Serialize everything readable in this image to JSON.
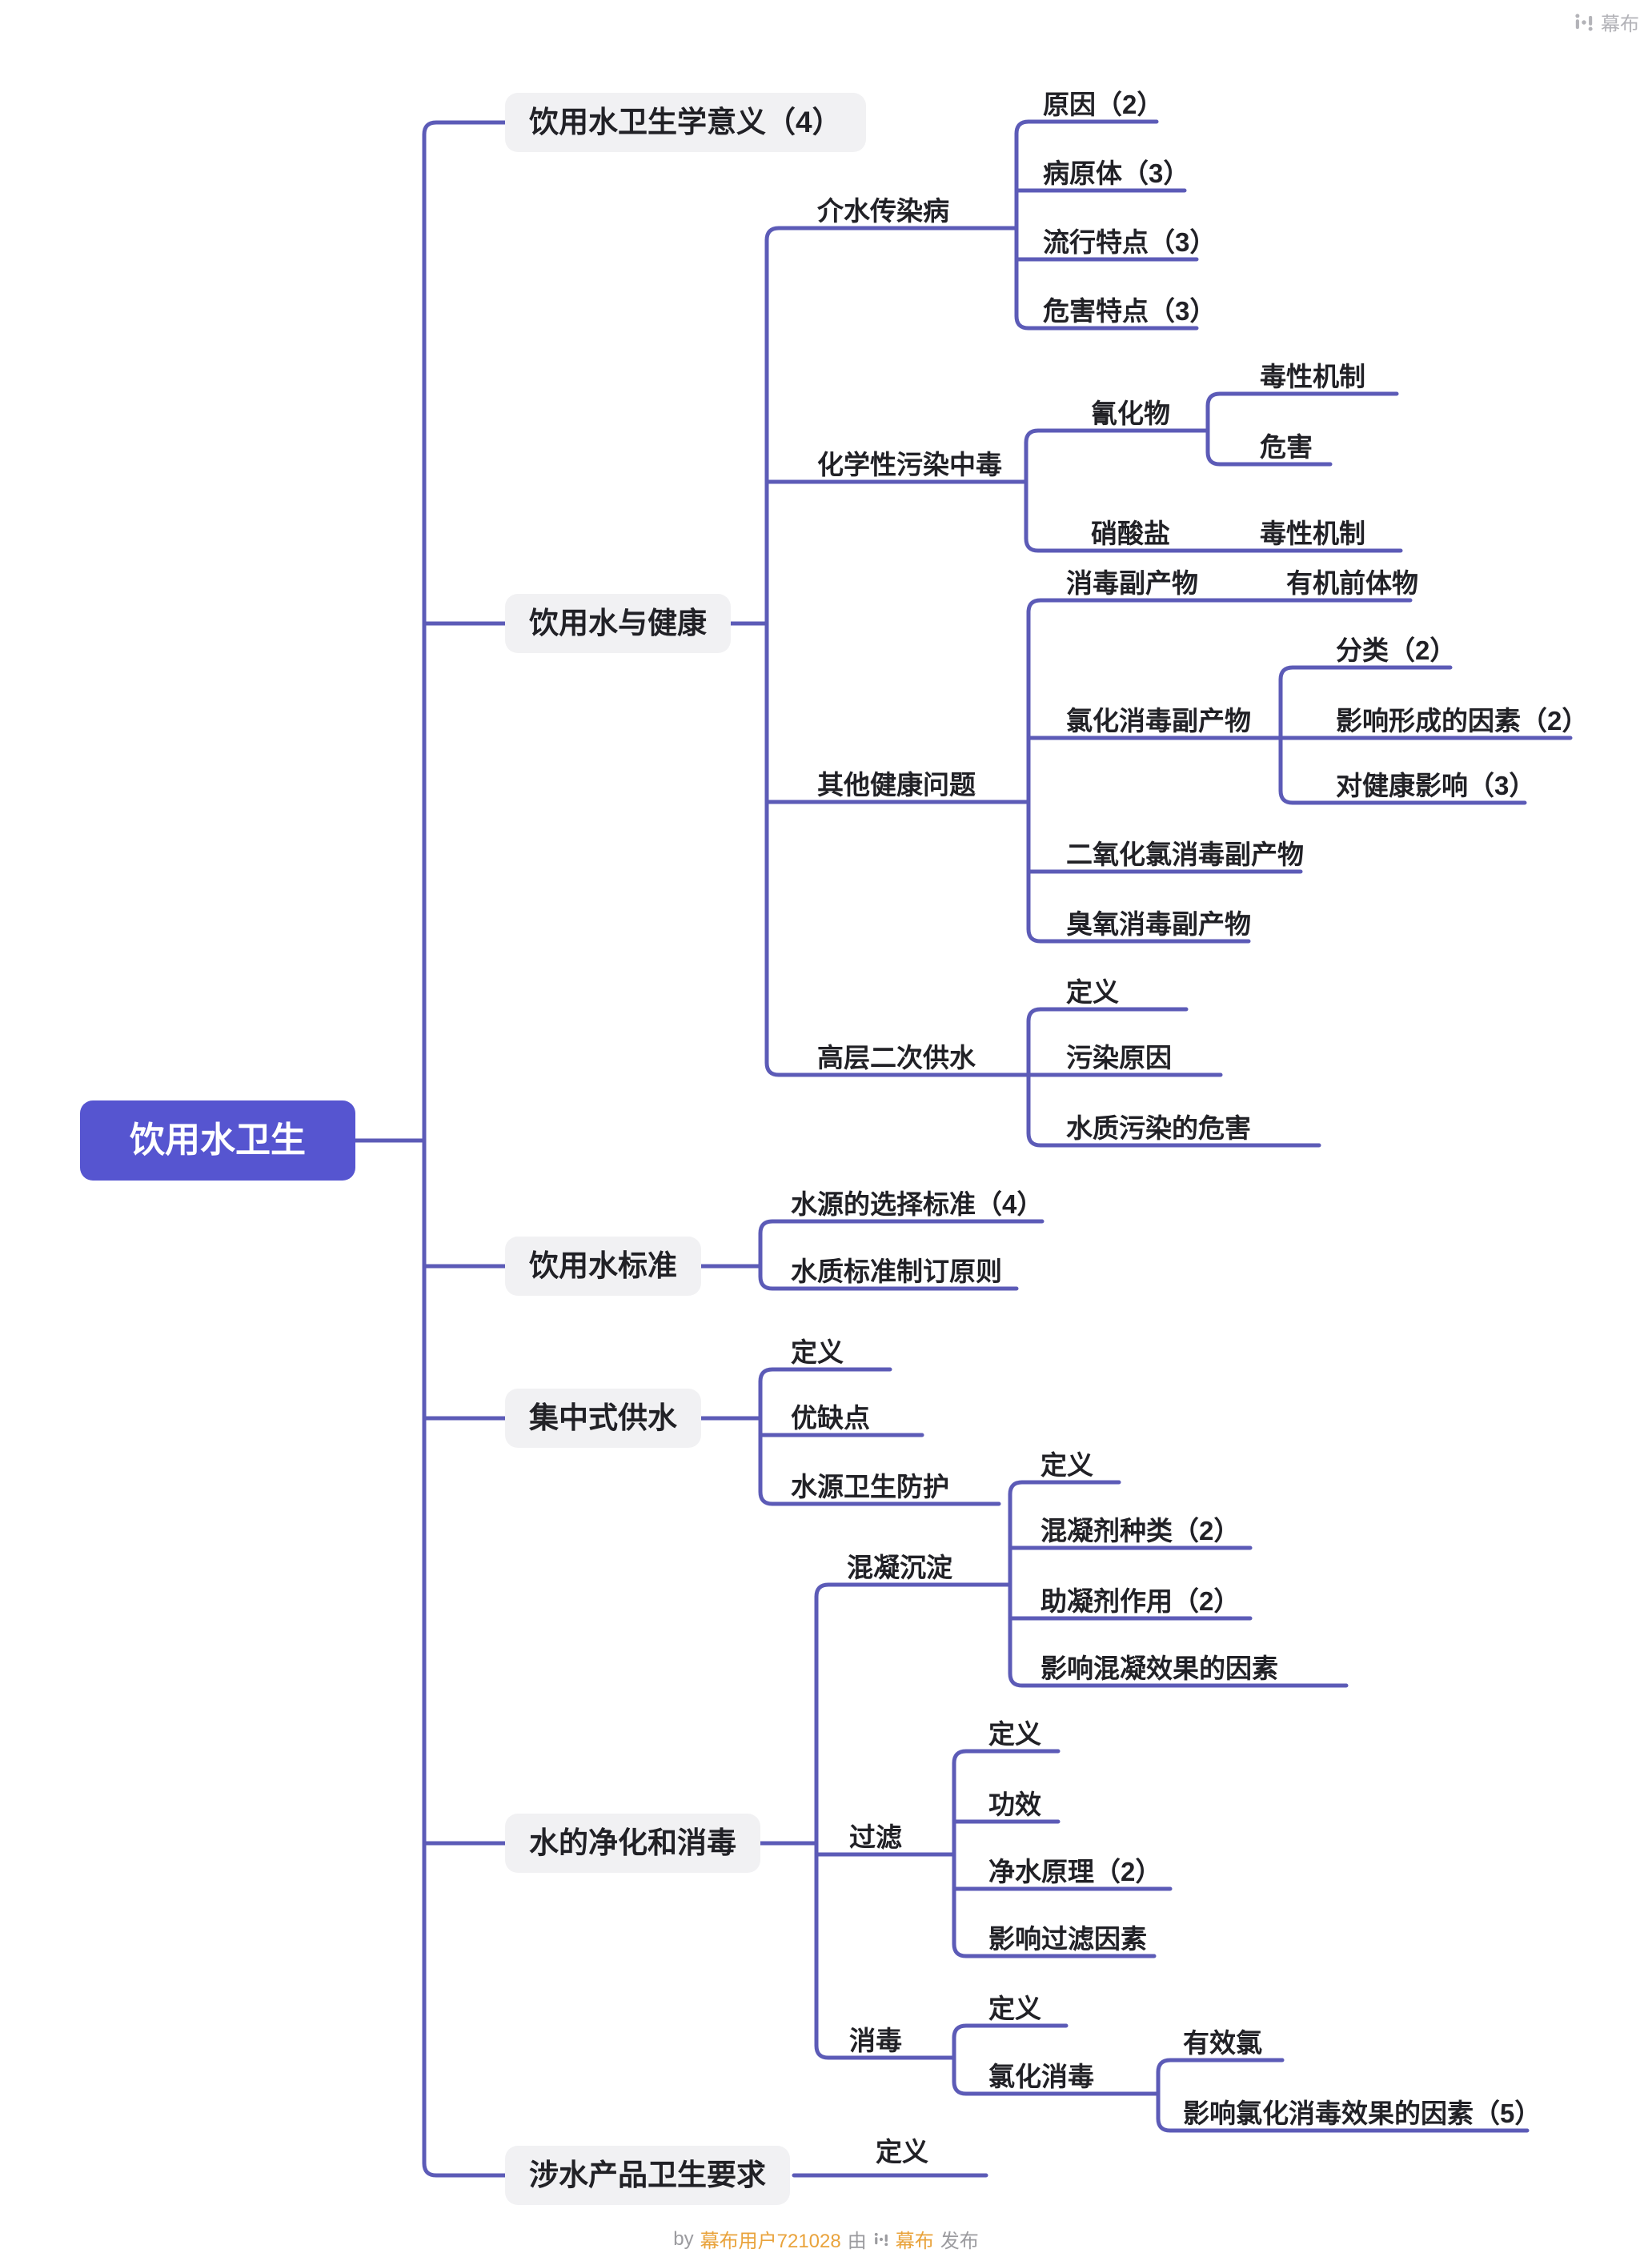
{
  "colors": {
    "connector_purple": "#5c5bb7",
    "root_fill": "#5655d0",
    "node_fill": "#f1f1f3",
    "link_orange": "#e9a33c"
  },
  "watermark": {
    "brand": "幕布"
  },
  "footer": {
    "prefix": "by",
    "author": "幕布用户721028",
    "middle": "由",
    "brand": "幕布",
    "suffix": "发布"
  },
  "mindmap": {
    "root": {
      "label": "饮用水卫生"
    },
    "branches": [
      {
        "label": "饮用水卫生学意义（4）"
      },
      {
        "label": "饮用水与健康",
        "children": [
          {
            "label": "介水传染病",
            "children": [
              {
                "label": "原因（2）"
              },
              {
                "label": "病原体（3）"
              },
              {
                "label": "流行特点（3）"
              },
              {
                "label": "危害特点（3）"
              }
            ]
          },
          {
            "label": "化学性污染中毒",
            "children": [
              {
                "label": "氰化物",
                "children": [
                  {
                    "label": "毒性机制"
                  },
                  {
                    "label": "危害"
                  }
                ]
              },
              {
                "label": "硝酸盐",
                "children": [
                  {
                    "label": "毒性机制"
                  }
                ]
              }
            ]
          },
          {
            "label": "其他健康问题",
            "children": [
              {
                "label": "消毒副产物",
                "children": [
                  {
                    "label": "有机前体物"
                  }
                ]
              },
              {
                "label": "氯化消毒副产物",
                "children": [
                  {
                    "label": "分类（2）"
                  },
                  {
                    "label": "影响形成的因素（2）"
                  },
                  {
                    "label": "对健康影响（3）"
                  }
                ]
              },
              {
                "label": "二氧化氯消毒副产物"
              },
              {
                "label": "臭氧消毒副产物"
              }
            ]
          },
          {
            "label": "高层二次供水",
            "children": [
              {
                "label": "定义"
              },
              {
                "label": "污染原因"
              },
              {
                "label": "水质污染的危害"
              }
            ]
          }
        ]
      },
      {
        "label": "饮用水标准",
        "children": [
          {
            "label": "水源的选择标准（4）"
          },
          {
            "label": "水质标准制订原则"
          }
        ]
      },
      {
        "label": "集中式供水",
        "children": [
          {
            "label": "定义"
          },
          {
            "label": "优缺点"
          },
          {
            "label": "水源卫生防护"
          }
        ]
      },
      {
        "label": "水的净化和消毒",
        "children": [
          {
            "label": "混凝沉淀",
            "children": [
              {
                "label": "定义"
              },
              {
                "label": "混凝剂种类（2）"
              },
              {
                "label": "助凝剂作用（2）"
              },
              {
                "label": "影响混凝效果的因素"
              }
            ]
          },
          {
            "label": "过滤",
            "children": [
              {
                "label": "定义"
              },
              {
                "label": "功效"
              },
              {
                "label": "净水原理（2）"
              },
              {
                "label": "影响过滤因素"
              }
            ]
          },
          {
            "label": "消毒",
            "children": [
              {
                "label": "定义"
              },
              {
                "label": "氯化消毒",
                "children": [
                  {
                    "label": "有效氯"
                  },
                  {
                    "label": "影响氯化消毒效果的因素（5）"
                  }
                ]
              }
            ]
          }
        ]
      },
      {
        "label": "涉水产品卫生要求",
        "children": [
          {
            "label": "定义"
          }
        ]
      }
    ]
  }
}
